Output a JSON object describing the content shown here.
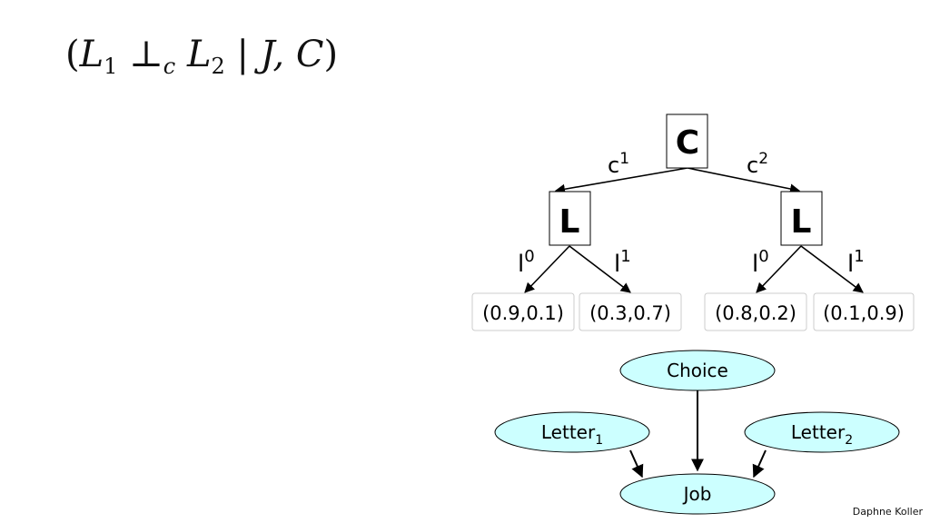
{
  "formula": {
    "open": "(",
    "l1": "L",
    "l1_sub": "1",
    "perp": " ⊥",
    "perp_sub": "c",
    "l2": " L",
    "l2_sub": "2",
    "bar": " | ",
    "given": "J, C",
    "close": ")"
  },
  "tree": {
    "root_label": "C",
    "left_branch": {
      "label": "c",
      "sup": "1"
    },
    "right_branch": {
      "label": "c",
      "sup": "2"
    },
    "left_node": "L",
    "right_node": "L",
    "left_l0": {
      "label": "l",
      "sup": "0"
    },
    "left_l1": {
      "label": "l",
      "sup": "1"
    },
    "right_l0": {
      "label": "l",
      "sup": "0"
    },
    "right_l1": {
      "label": "l",
      "sup": "1"
    },
    "leaves": [
      "(0.9,0.1)",
      "(0.3,0.7)",
      "(0.8,0.2)",
      "(0.1,0.9)"
    ]
  },
  "network": {
    "node_fill": "#ccffff",
    "choice": "Choice",
    "letter1": {
      "label": "Letter",
      "sub": "1"
    },
    "letter2": {
      "label": "Letter",
      "sub": "2"
    },
    "job": "Job"
  },
  "credit": "Daphne Koller"
}
